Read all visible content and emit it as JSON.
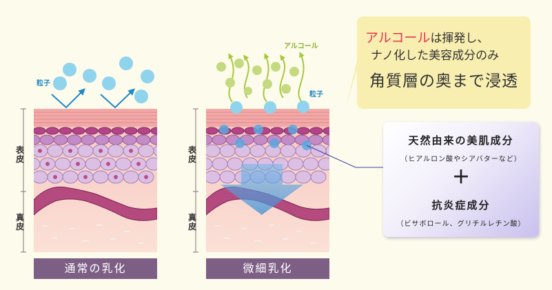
{
  "panels": {
    "left_caption": "通常の乳化",
    "right_caption": "微細乳化",
    "particle_label_left": "粒子",
    "particle_label_right": "粒子",
    "alcohol_label": "アルコール",
    "epidermis_label": "表皮",
    "dermis_label": "真皮"
  },
  "bubble": {
    "line1_highlight": "アルコール",
    "line1_rest": "は揮発し、",
    "line2": "ナノ化した美容成分のみ",
    "line3": "角質層の奥まで浸透"
  },
  "ingredients_box": {
    "title1": "天然由来の美肌成分",
    "sub1": "（ヒアルロン酸やシアバターなど）",
    "plus": "＋",
    "title2": "抗炎症成分",
    "sub2": "（ビサボロール、グリチルレチン酸）"
  },
  "colors": {
    "background": "#fdfbeb",
    "particle": "#8fd3ec",
    "alcohol_arrow": "#a6c83c",
    "caption_bg": "#7d5f86",
    "highlight_text": "#e6334f",
    "bubble_bg": "#f8eeb0",
    "penetration_arrow": "#5aa8e0"
  }
}
